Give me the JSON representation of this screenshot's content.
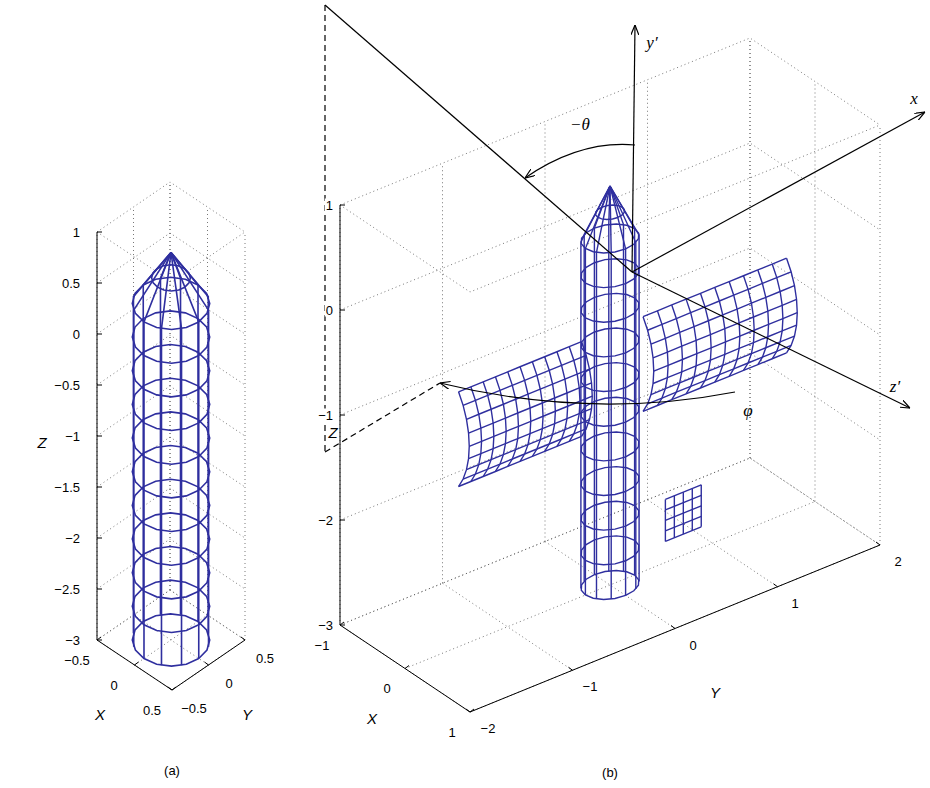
{
  "diagram": {
    "labels": [
      "1",
      "0.5",
      "0",
      "−0.5",
      "−1",
      "−1.5",
      "−2",
      "−2.5",
      "−3",
      "Z",
      "−0.5",
      "0",
      "0.5",
      "X",
      "0.5",
      "0",
      "−0.5",
      "Y",
      "(a)",
      "y′",
      "x",
      "−θ",
      "1",
      "0",
      "Z",
      "−1",
      "φ",
      "z′",
      "−2",
      "−3",
      "2",
      "1",
      "0",
      "−1",
      "−2",
      "Y",
      "−1",
      "0",
      "1",
      "X",
      "(b)"
    ]
  }
}
